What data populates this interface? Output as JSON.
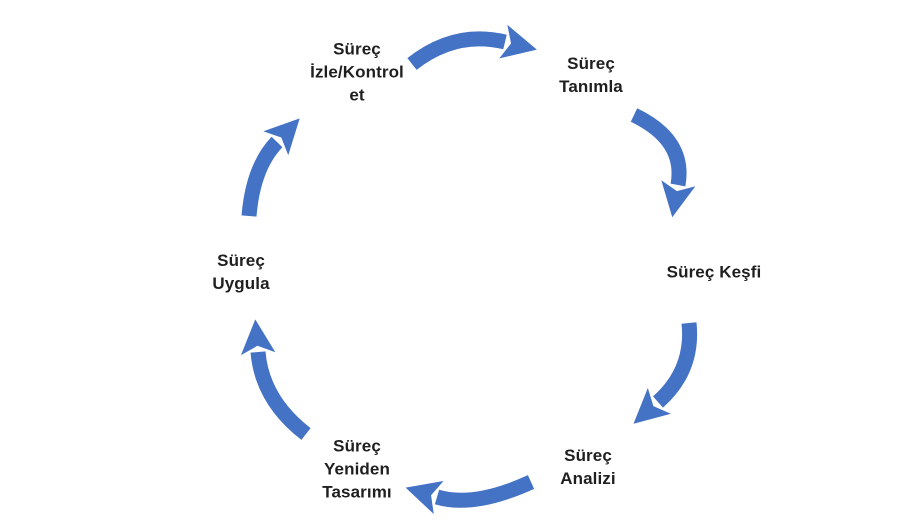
{
  "diagram": {
    "type": "cycle",
    "flow_direction": "clockwise",
    "background_color": "#ffffff",
    "arrow_color": "#4472C4",
    "text_color": "#1f1f1f",
    "stages": [
      {
        "id": "surec-izle-kontrol-et",
        "label": "Süreç\nİzle/Kontrol\net"
      },
      {
        "id": "surec-tanimla",
        "label": "Süreç\nTanımla"
      },
      {
        "id": "surec-kesfi",
        "label": "Süreç Keşfi"
      },
      {
        "id": "surec-analizi",
        "label": "Süreç\nAnalizi"
      },
      {
        "id": "surec-yeniden-tasarimi",
        "label": "Süreç\nYeniden\nTasarımı"
      },
      {
        "id": "surec-uygula",
        "label": "Süreç\nUygula"
      }
    ]
  }
}
